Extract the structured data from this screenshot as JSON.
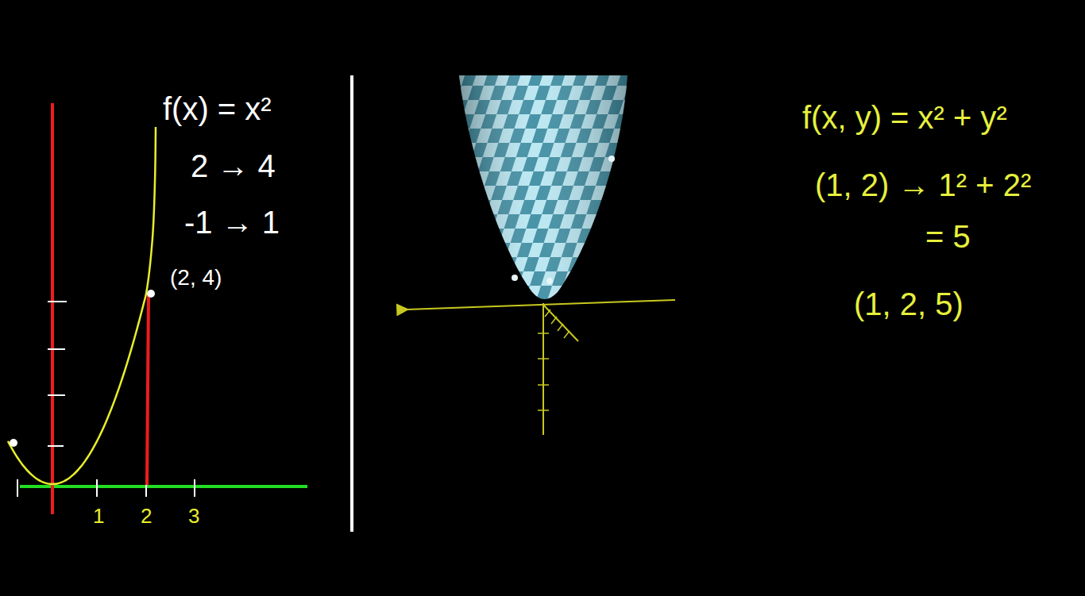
{
  "diagram": {
    "labels": [
      "f(x) = x²",
      "2 → 4",
      "-1 → 1",
      "(2, 4)",
      "1",
      "2",
      "3",
      "f(x, y) = x² + y²",
      "(1, 2) → 1² + 2²",
      "= 5",
      "(1, 2, 5)"
    ]
  }
}
